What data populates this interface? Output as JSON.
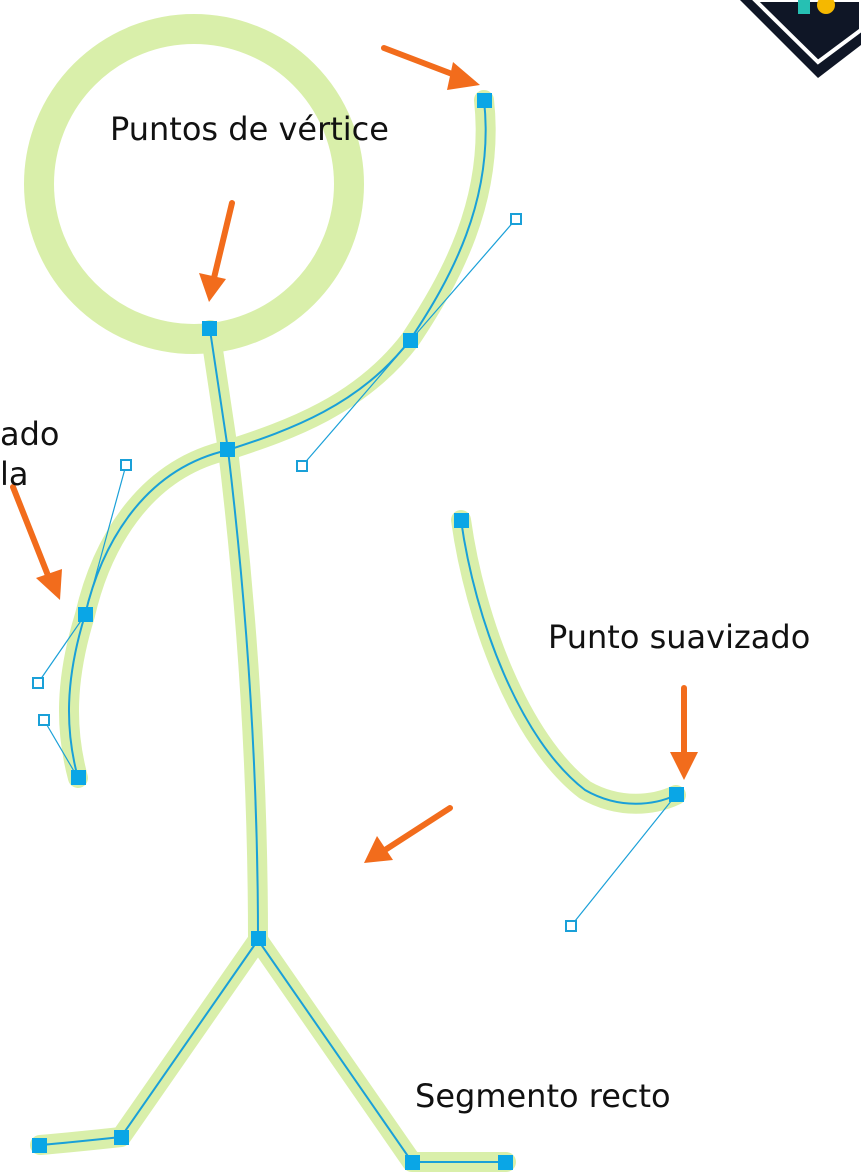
{
  "labels": {
    "vertex_points": "Puntos de vértice",
    "smoothed_handle": "ado\nla",
    "smooth_point": "Punto suavizado",
    "straight_segment": "Segmento recto"
  },
  "colors": {
    "stroke_highlight": "#d9efaa",
    "path_line": "#1aa0d8",
    "anchor": "#0aa6e6",
    "arrow": "#f26c1c",
    "badge_dark": "#0f1626",
    "badge_accent": "#f5b800",
    "badge_teal": "#26c0b3"
  },
  "icons": {
    "corner_badge": "logo-badge-icon",
    "arrow": "arrow-icon"
  }
}
